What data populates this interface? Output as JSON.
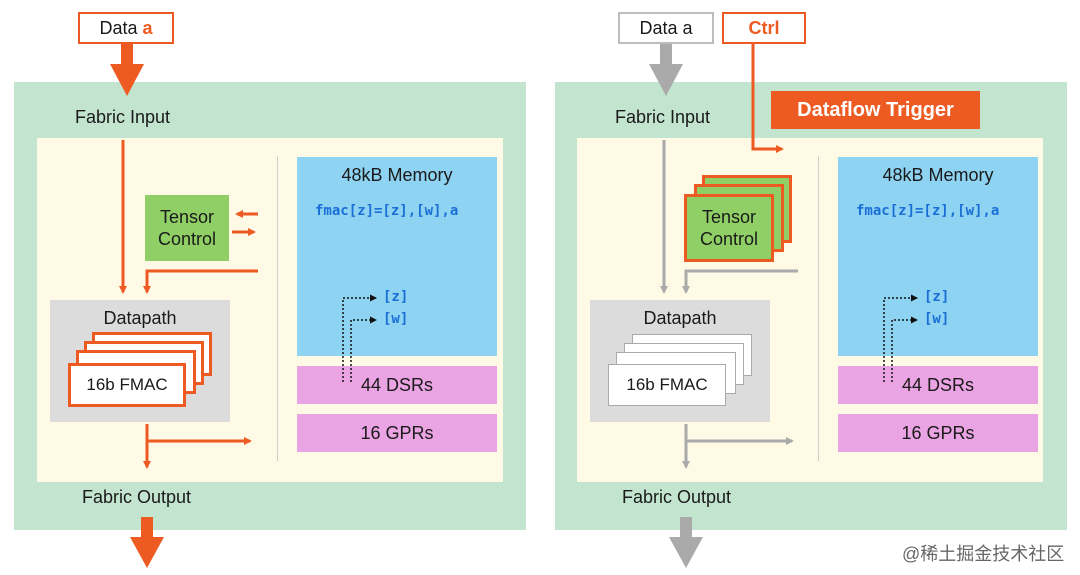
{
  "left": {
    "data_tag": {
      "prefix": "Data ",
      "suffix": "a"
    },
    "fabric_input": "Fabric Input",
    "fabric_output": "Fabric Output",
    "tensor_control": {
      "line1": "Tensor",
      "line2": "Control"
    },
    "datapath": "Datapath",
    "fmac": "16b FMAC",
    "memory": {
      "title": "48kB Memory",
      "code": "fmac[z]=[z],[w],a",
      "z": "[z]",
      "w": "[w]"
    },
    "dsrs": "44 DSRs",
    "gprs": "16 GPRs"
  },
  "right": {
    "data_tag": {
      "prefix": "Data ",
      "suffix": "a"
    },
    "ctrl_tag": "Ctrl",
    "trigger": "Dataflow Trigger",
    "fabric_input": "Fabric Input",
    "fabric_output": "Fabric Output",
    "tensor_control": {
      "line1": "Tensor",
      "line2": "Control"
    },
    "datapath": "Datapath",
    "fmac": "16b FMAC",
    "memory": {
      "title": "48kB Memory",
      "code": "fmac[z]=[z],[w],a",
      "z": "[z]",
      "w": "[w]"
    },
    "dsrs": "44 DSRs",
    "gprs": "16 GPRs"
  },
  "watermark": "@稀土掘金技术社区",
  "colors": {
    "accent": "#ee5b22",
    "inactive": "#aaaaaa",
    "panel": "#c3e5cf",
    "memory": "#8fd3f2",
    "registers": "#eaa4e3",
    "tensor": "#8fcf66"
  }
}
